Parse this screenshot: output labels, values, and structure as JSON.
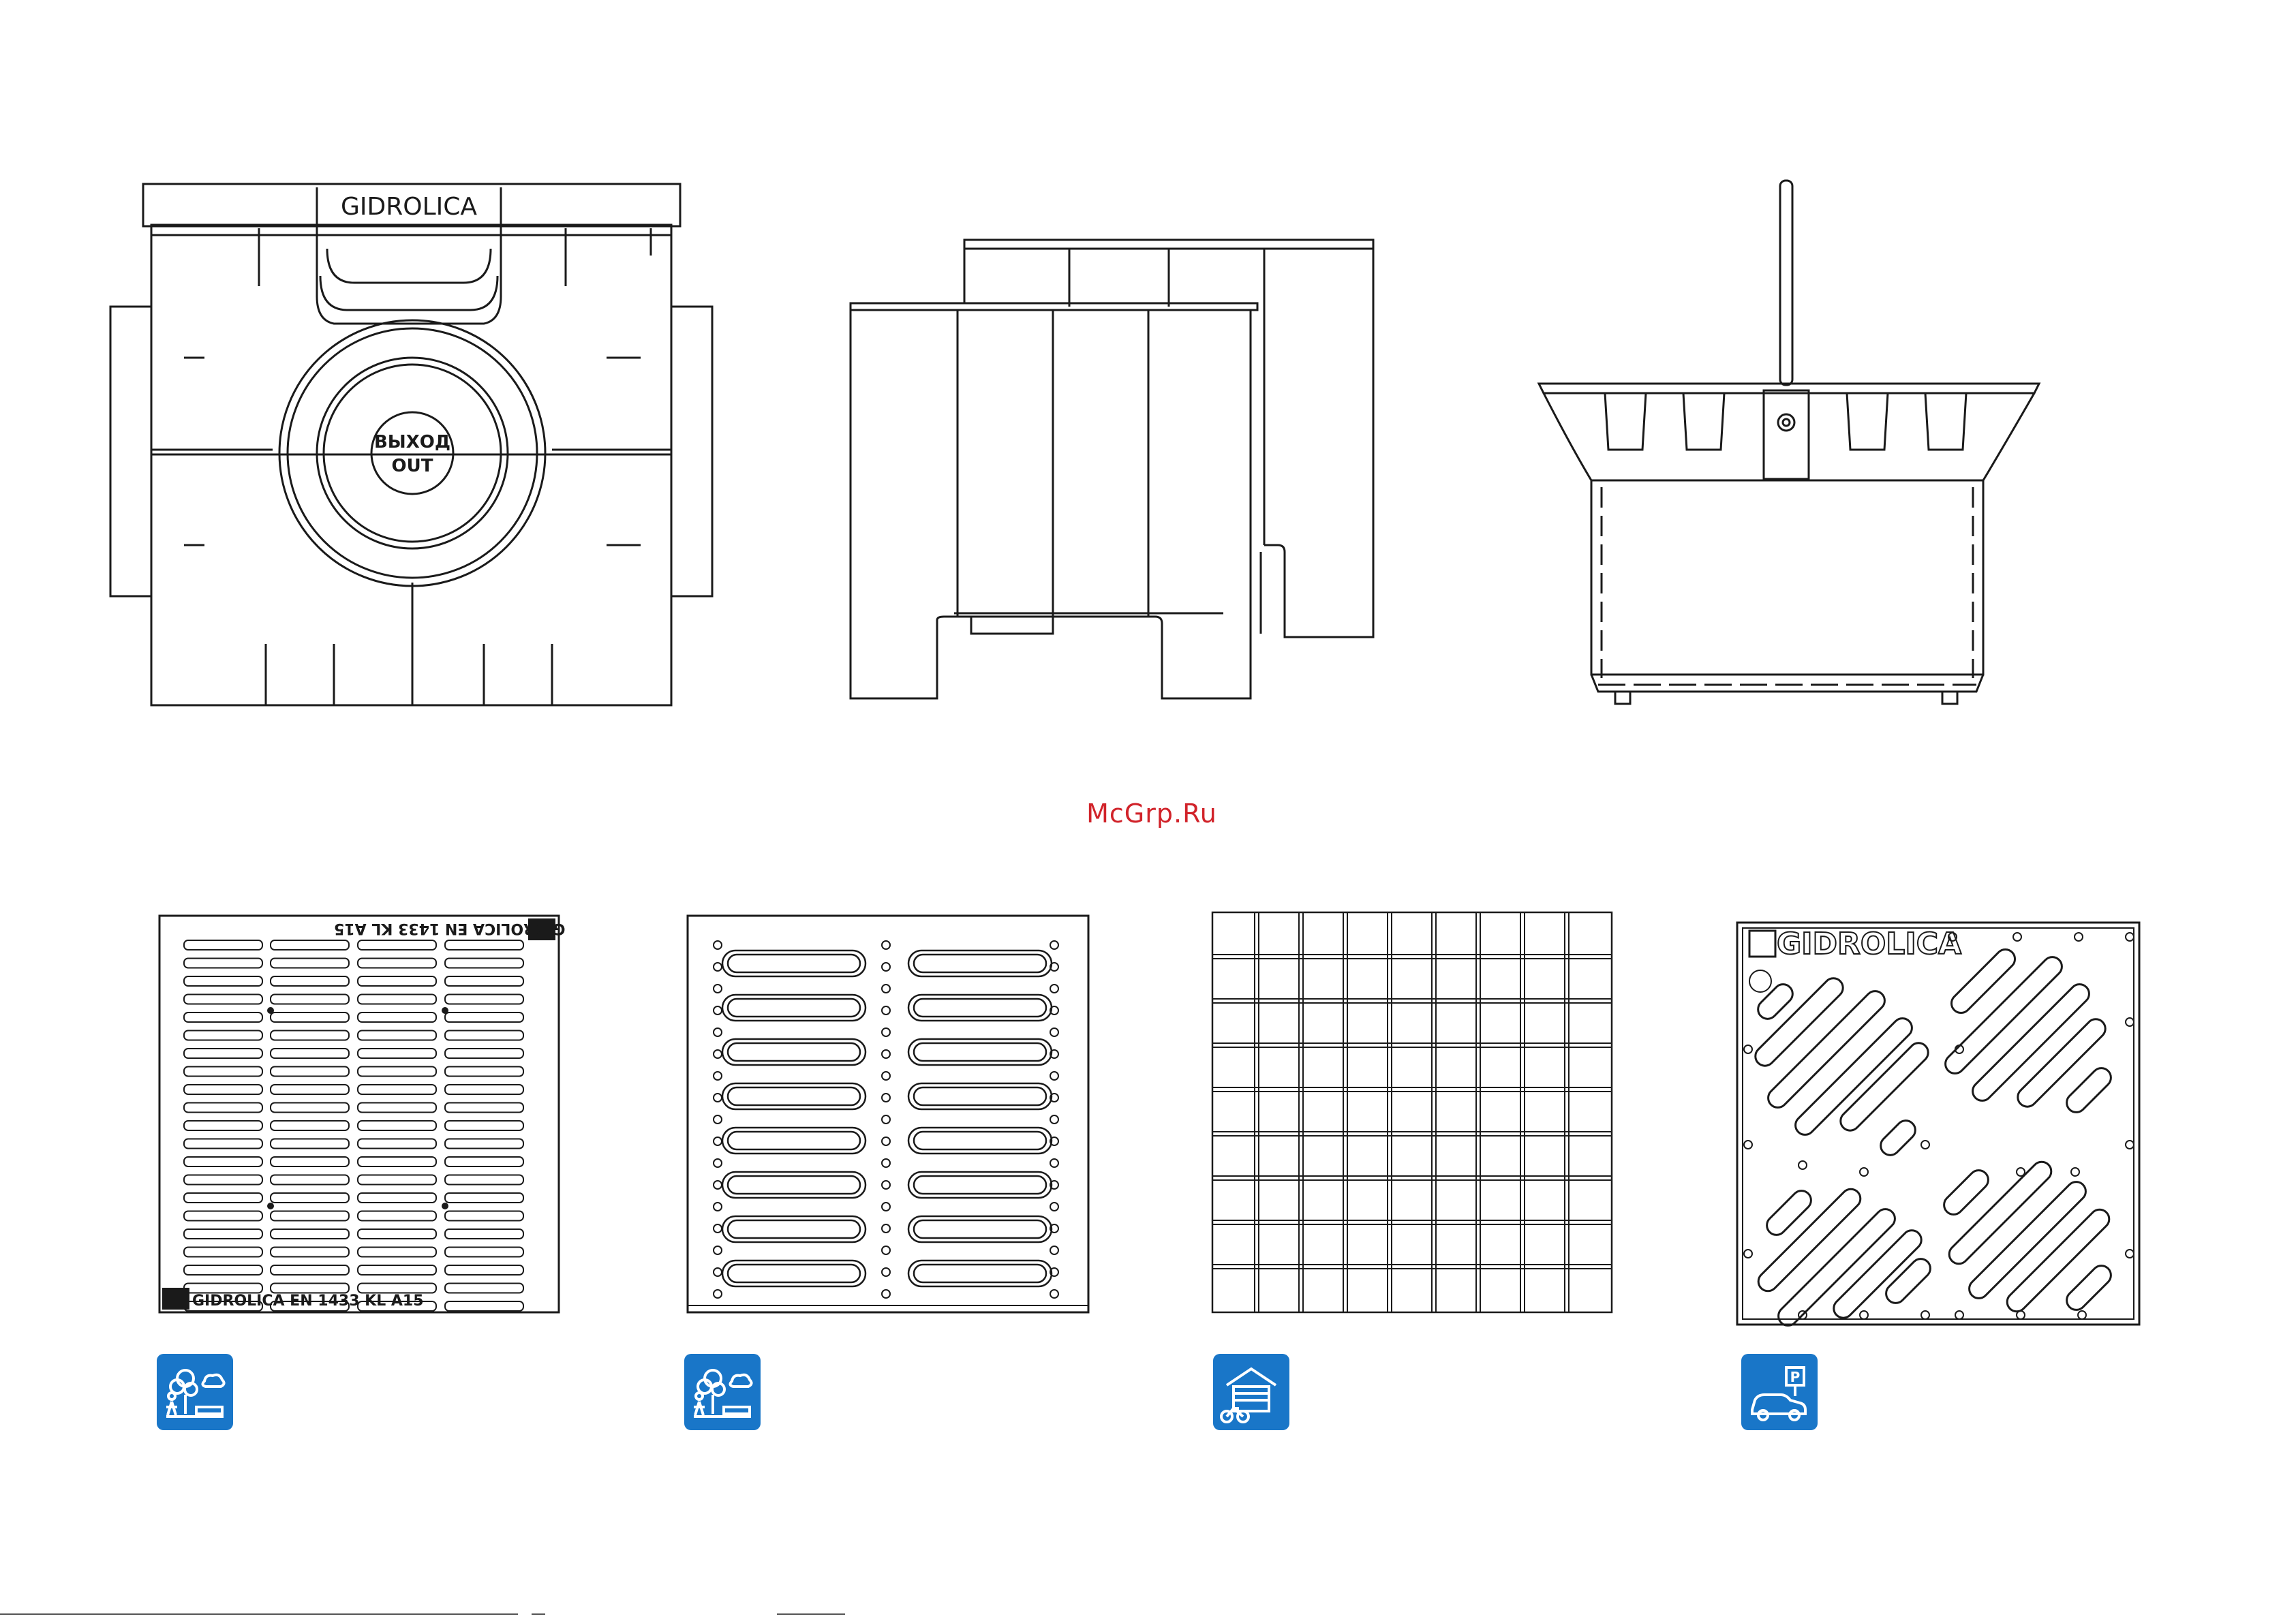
{
  "top_view": {
    "brand": "GIDROLICA",
    "outlet_line1": "ВЫХОД",
    "outlet_line2": "OUT"
  },
  "watermark": "McGrp.Ru",
  "grate1": {
    "marking_top": "GIDROLICA EN 1433 KL A15",
    "marking_bottom": "GIDROLICA EN 1433 KL A15"
  },
  "grate4": {
    "brand": "GIDROLICA"
  },
  "badges": [
    {
      "icon": "park-pedestrian-icon"
    },
    {
      "icon": "park-pedestrian-icon"
    },
    {
      "icon": "garage-bicycle-icon"
    },
    {
      "icon": "car-parking-icon"
    }
  ],
  "colors": {
    "line": "#1a1a1a",
    "badge": "#1976c8",
    "watermark": "#d1232a"
  }
}
